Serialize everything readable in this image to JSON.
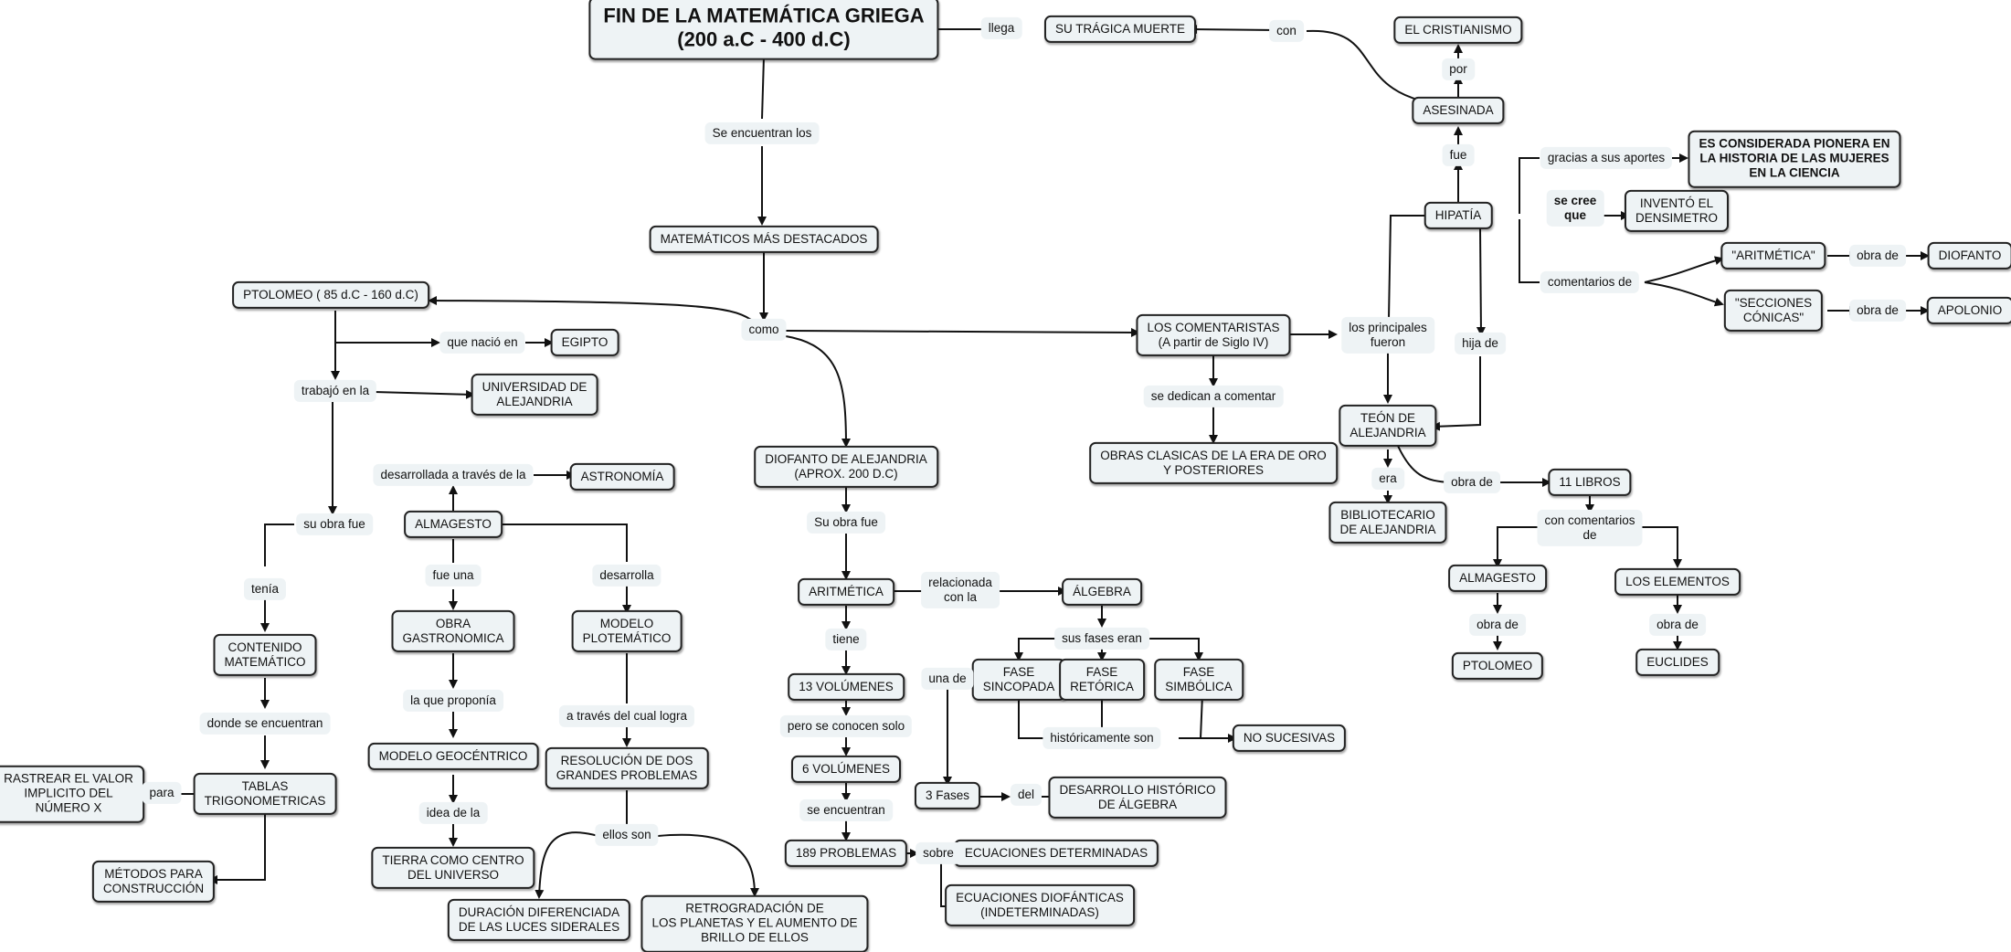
{
  "colors": {
    "node_fill": "#eef3f5",
    "border": "#222222",
    "line": "#111111"
  },
  "nodes": {
    "title": "FIN DE LA MATEMÁTICA GRIEGA\n(200 a.C - 400 d.C)",
    "muerte": "SU TRÁGICA MUERTE",
    "cristianismo": "EL CRISTIANISMO",
    "asesinada": "ASESINADA",
    "pionera": "ES CONSIDERADA PIONERA EN\nLA HISTORIA DE LAS MUJERES\nEN LA CIENCIA",
    "hipatia": "HIPATÍA",
    "densimetro": "INVENTÓ EL\nDENSIMETRO",
    "aritmetica_q": "\"ARITMÉTICA\"",
    "diofanto": "DIOFANTO",
    "secciones": "\"SECCIONES\nCÓNICAS\"",
    "apolonio": "APOLONIO",
    "matematicos": "MATEMÁTICOS MÁS DESTACADOS",
    "ptolomeo": "PTOLOMEO ( 85 d.C - 160 d.C)",
    "egipto": "EGIPTO",
    "universidad": "UNIVERSIDAD DE\nALEJANDRIA",
    "comentaristas": "LOS COMENTARISTAS\n(A partir de Siglo IV)",
    "obras_clasicas": "OBRAS CLASICAS DE LA ERA DE ORO\nY POSTERIORES",
    "teon": "TEÓN DE\nALEJANDRIA",
    "bibliotecario": "BIBLIOTECARIO\nDE ALEJANDRIA",
    "once_libros": "11 LIBROS",
    "almagesto_r": "ALMAGESTO",
    "elementos": "LOS ELEMENTOS",
    "ptolomeo_r": "PTOLOMEO",
    "euclides": "EUCLIDES",
    "astronomia": "ASTRONOMÍA",
    "almagesto": "ALMAGESTO",
    "diofanto_alej": "DIOFANTO DE ALEJANDRIA\n(APROX. 200 D.C)",
    "contenido": "CONTENIDO\nMATEMÁTICO",
    "obra_gastro": "OBRA\nGASTRONOMICA",
    "modelo_plote": "MODELO\nPLOTEMÁTICO",
    "aritmetica": "ARITMÉTICA",
    "algebra": "ÁLGEBRA",
    "trece_vol": "13 VOLÚMENES",
    "sincopada": "FASE\nSINCOPADA",
    "retorica": "FASE\nRETÓRICA",
    "simbolica": "FASE\nSIMBÓLICA",
    "no_sucesivas": "NO SUCESIVAS",
    "rastrear": "RASTREAR EL VALOR\nIMPLICITO DEL\nNÚMERO X",
    "tablas": "TABLAS\nTRIGONOMETRICAS",
    "modelo_geo": "MODELO GEOCÉNTRICO",
    "resolucion": "RESOLUCIÓN DE DOS\nGRANDES PROBLEMAS",
    "seis_vol": "6 VOLÚMENES",
    "tres_fases": "3 Fases",
    "desarrollo": "DESARROLLO HISTÓRICO\nDE ÁLGEBRA",
    "problemas": "189 PROBLEMAS",
    "ec_det": "ECUACIONES DETERMINADAS",
    "ec_dio": "ECUACIONES DIOFÁNTICAS\n(INDETERMINADAS)",
    "metodos": "MÉTODOS PARA\nCONSTRUCCIÓN",
    "tierra": "TIERRA COMO CENTRO\nDEL UNIVERSO",
    "duracion": "DURACIÓN DIFERENCIADA\nDE LAS LUCES SIDERALES",
    "retrogradacion": "RETROGRADACIÓN DE\nLOS PLANETAS Y EL AUMENTO DE\nBRILLO DE ELLOS"
  },
  "links": {
    "llega": "llega",
    "con": "con",
    "por": "por",
    "fue": "fue",
    "gracias": "gracias a sus aportes",
    "se_cree": "se cree\nque",
    "comentarios_de": "comentarios de",
    "obra_de_1": "obra de",
    "obra_de_2": "obra de",
    "se_encuentran_los": "Se encuentran los",
    "como": "como",
    "que_nacio": "que nació en",
    "trabajo": "trabajó en la",
    "principales": "los principales\nfueron",
    "hija_de": "hija de",
    "se_dedican": "se dedican a comentar",
    "desarrollada": "desarrollada a través de la",
    "era": "era",
    "obra_de_3": "obra de",
    "su_obra_fue": "su obra fue",
    "su_obra_fue_2": "Su obra fue",
    "con_comentarios": "con comentarios\nde",
    "fue_una": "fue una",
    "desarrolla": "desarrolla",
    "tenia": "tenía",
    "relacionada": "relacionada\ncon la",
    "obra_de_4": "obra de",
    "obra_de_5": "obra de",
    "tiene": "tiene",
    "sus_fases": "sus fases eran",
    "una_de": "una de",
    "la_que": "la que proponía",
    "a_traves": "a través del cual logra",
    "donde": "donde se encuentran",
    "pero": "pero se conocen solo",
    "historicamente": "históricamente son",
    "para": "para",
    "idea": "idea de la",
    "se_encuentran_2": "se encuentran",
    "del": "del",
    "ellos_son": "ellos son",
    "sobre": "sobre"
  }
}
